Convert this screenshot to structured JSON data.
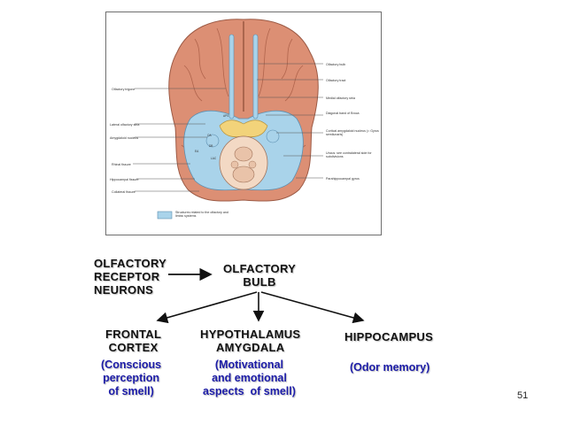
{
  "figure": {
    "labels_left": [
      "Olfactory trigone",
      "Lateral olfactory stria",
      "Amygdaloid nucleus",
      "Rhinal fissure",
      "Hippocampal fissure",
      "Collateral fissure"
    ],
    "labels_right": [
      "Olfactory bulb",
      "Olfactory tract",
      "Medial olfactory stria",
      "Diagonal band of Broca",
      "Cortical amygdaloid nucleus (= Gyrus semilunaris)",
      "Uncus: see contralateral side for subdivisions",
      "Parahippocampal gyrus"
    ],
    "inner_labels": [
      "APS",
      "OA",
      "DB",
      "EA",
      "LAC"
    ],
    "legend_text": "Structures related to the olfactory and limbic systems",
    "colors": {
      "cortex": "#dc8f74",
      "limbic_blue": "#a9d3ea",
      "olfactory_yellow": "#f2d37a",
      "midbrain": "#f3d9c4"
    }
  },
  "flow": {
    "receptor": "OLFACTORY\nRECEPTOR\nNEURONS",
    "bulb": "OLFACTORY\nBULB",
    "frontal": "FRONTAL\nCORTEX",
    "hypothalamus": "HYPOTHALAMUS\nAMYGDALA",
    "hippocampus": "HIPPOCAMPUS",
    "frontal_note": "(Conscious\nperception\nof smell)",
    "hypothalamus_note": "(Motivational\nand emotional\naspects  of smell)",
    "hippocampus_note": "(Odor memory)"
  },
  "page_number": "51"
}
